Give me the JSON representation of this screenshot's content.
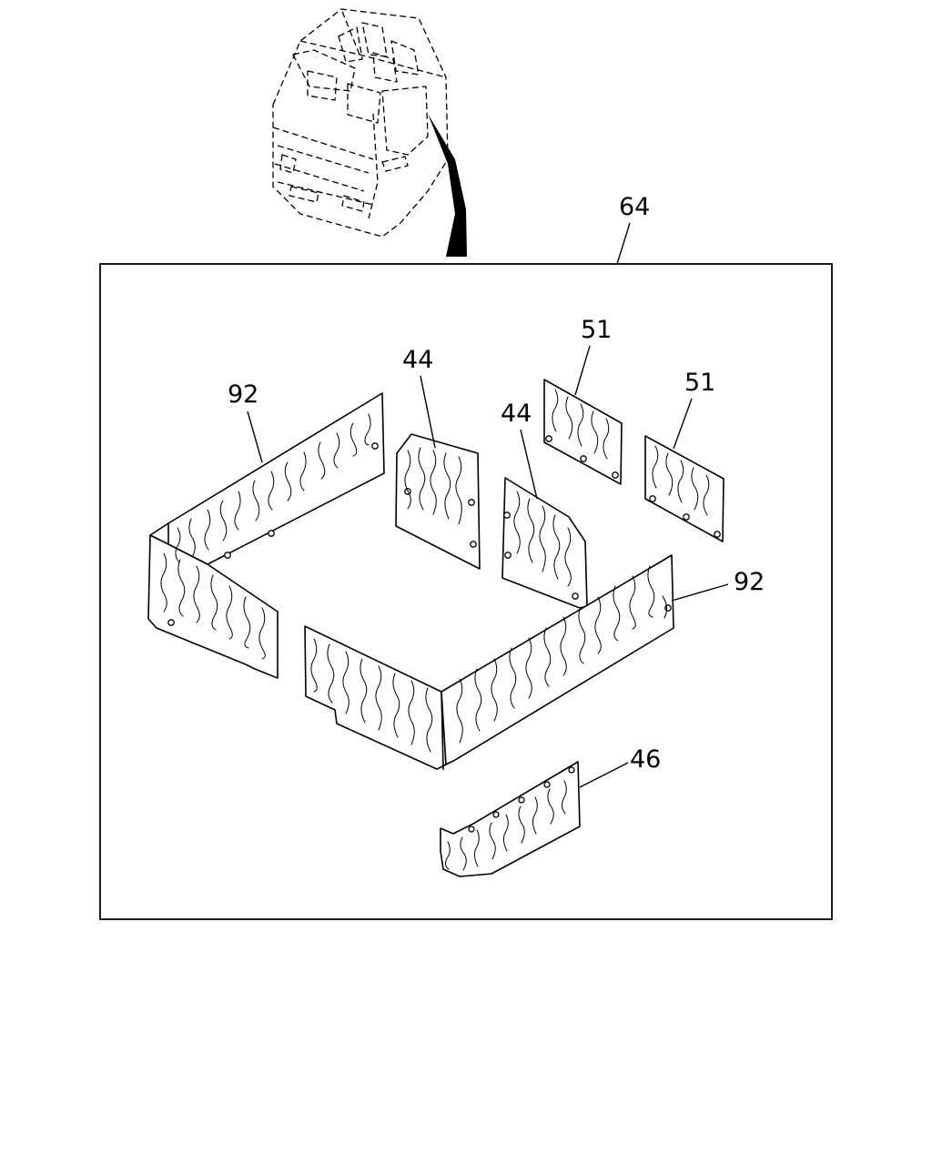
{
  "diagram": {
    "assembly_label": "64",
    "parts": [
      {
        "id": "panel-92-rear",
        "label": "92"
      },
      {
        "id": "panel-44-left",
        "label": "44"
      },
      {
        "id": "panel-44-right",
        "label": "44"
      },
      {
        "id": "panel-51-left",
        "label": "51"
      },
      {
        "id": "panel-51-right",
        "label": "51"
      },
      {
        "id": "panel-92-front",
        "label": "92"
      },
      {
        "id": "panel-46",
        "label": "46"
      }
    ]
  }
}
